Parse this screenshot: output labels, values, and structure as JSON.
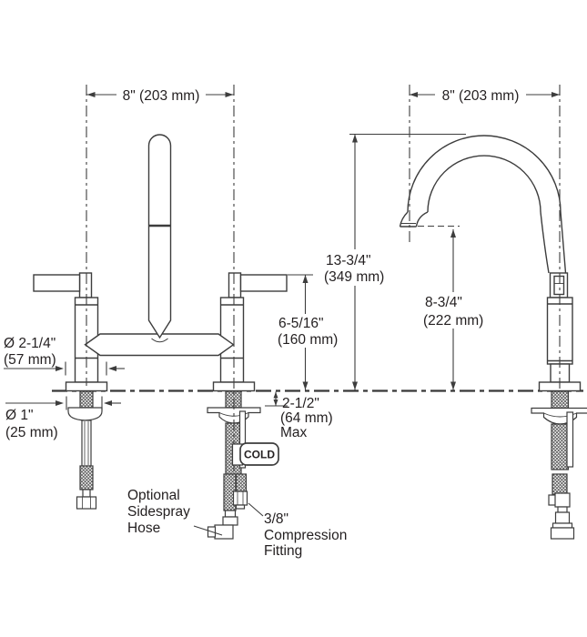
{
  "drawing": {
    "type": "technical-dimension-diagram",
    "subject": "bridge kitchen faucet installation dimensions, front and side views",
    "background_color": "#ffffff",
    "line_color": "#3d3d3d",
    "text_color": "#231f20",
    "front_view": {
      "width_dim": "8\" (203 mm)",
      "handle_height_dim": {
        "l1": "6-5/16\"",
        "l2": "(160 mm)"
      },
      "escutcheon_diameter_dim": {
        "l1": "Ø 2-1/4\"",
        "l2": "(57 mm)"
      },
      "shank_diameter_dim": {
        "l1": "Ø 1\"",
        "l2": "(25 mm)"
      },
      "deck_thickness_dim": {
        "l1": "2-1/2\"",
        "l2": "(64 mm)",
        "l3": "Max"
      },
      "cold_tag": "COLD",
      "sidespray_label": {
        "l1": "Optional",
        "l2": "Sidespray",
        "l3": "Hose"
      },
      "fitting_label": {
        "l1": "3/8\"",
        "l2": "Compression",
        "l3": "Fitting"
      }
    },
    "side_view": {
      "width_dim": "8\" (203 mm)",
      "spout_height_dim": {
        "l1": "13-3/4\"",
        "l2": "(349 mm)"
      },
      "outlet_height_dim": {
        "l1": "8-3/4\"",
        "l2": "(222 mm)"
      }
    }
  }
}
